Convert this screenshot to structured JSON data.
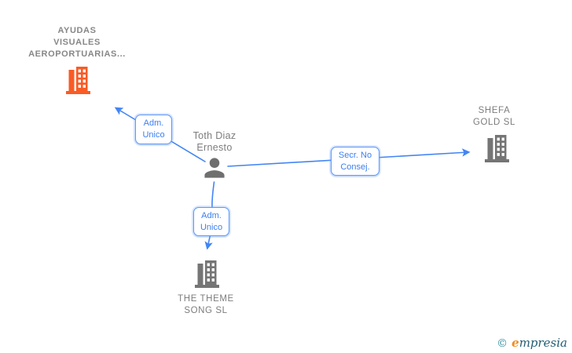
{
  "diagram": {
    "type": "corporate-relationship-graph",
    "background": "#ffffff"
  },
  "colors": {
    "edge_blue": "#4285f4",
    "edge_box_border": "#5e97f6",
    "edge_box_text": "#3c7ff1",
    "node_label_gray": "#7d7d7d",
    "icon_gray": "#757575",
    "highlight_orange": "#f95b25",
    "brand_teal": "#215e74",
    "brand_orange": "#f08c1e",
    "copyright_teal": "#2f8ea0"
  },
  "nodes": {
    "ayudas": {
      "kind": "company",
      "highlighted": true,
      "lines": [
        "AYUDAS",
        "VISUALES",
        "AEROPORTUARIAS..."
      ]
    },
    "toth": {
      "kind": "person",
      "highlighted": false,
      "lines": [
        "Toth Diaz",
        "Ernesto"
      ]
    },
    "shefa": {
      "kind": "company",
      "highlighted": false,
      "lines": [
        "SHEFA",
        "GOLD SL"
      ]
    },
    "theme": {
      "kind": "company",
      "highlighted": false,
      "lines": [
        "THE THEME",
        "SONG SL"
      ]
    }
  },
  "edge_labels": {
    "adm_unico_top": {
      "lines": [
        "Adm.",
        "Unico"
      ],
      "from": "toth",
      "to": "ayudas"
    },
    "secr_no_consej": {
      "lines": [
        "Secr. No",
        "Consej."
      ],
      "from": "toth",
      "to": "shefa"
    },
    "adm_unico_bottom": {
      "lines": [
        "Adm.",
        "Unico"
      ],
      "from": "toth",
      "to": "theme"
    }
  },
  "footer": {
    "copyright_symbol": "©",
    "brand_leading": "e",
    "brand_rest": "mpresia"
  }
}
